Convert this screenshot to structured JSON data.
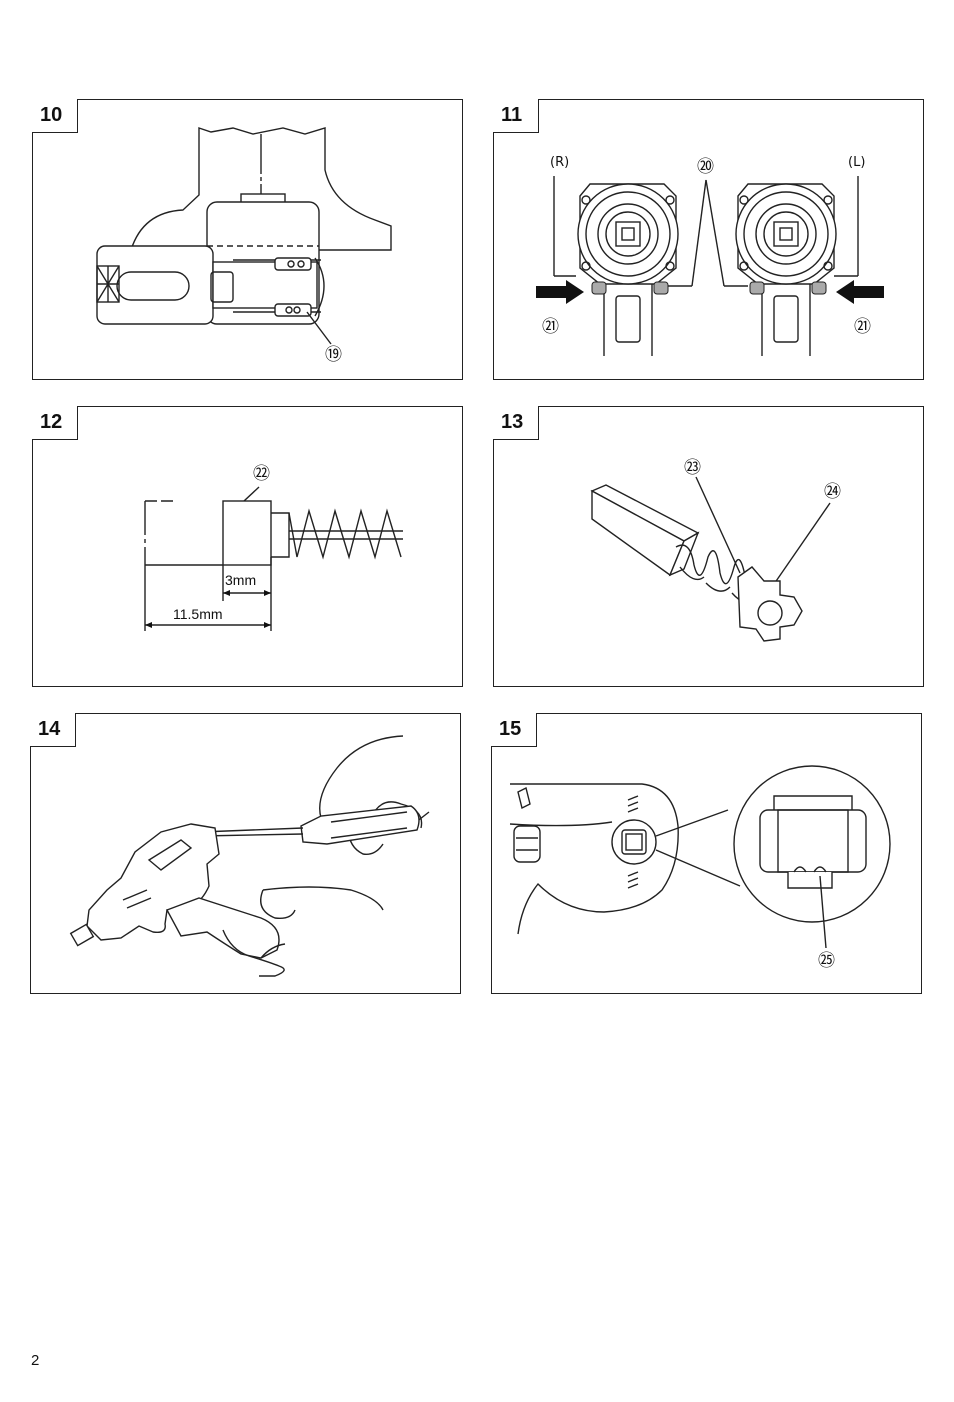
{
  "figures": [
    {
      "number": "10",
      "callouts": [
        "⑲"
      ]
    },
    {
      "number": "11",
      "callouts": [
        "⑳",
        "㉑",
        "㉑"
      ],
      "labels": [
        "(R)",
        "(L)"
      ]
    },
    {
      "number": "12",
      "callouts": [
        "㉒"
      ],
      "dimensions": [
        "3mm",
        "11.5mm"
      ]
    },
    {
      "number": "13",
      "callouts": [
        "㉓",
        "㉔"
      ]
    },
    {
      "number": "14",
      "callouts": []
    },
    {
      "number": "15",
      "callouts": [
        "㉕"
      ]
    }
  ],
  "page_number": "2"
}
